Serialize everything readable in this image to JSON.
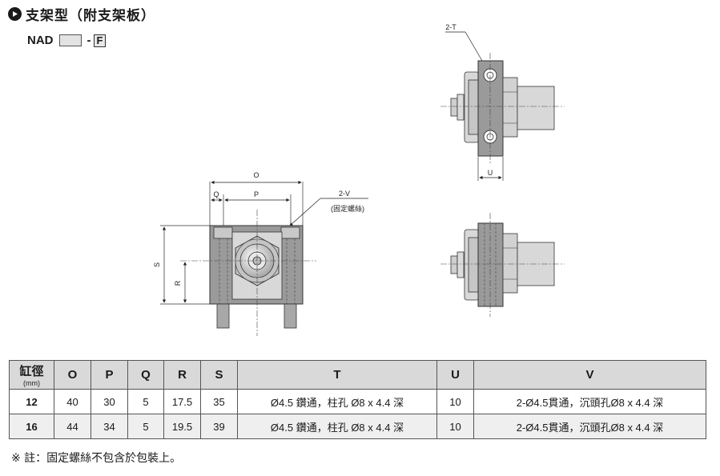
{
  "title": "支架型（附支架板）",
  "model": {
    "prefix": "NAD",
    "dash": "-",
    "suffix": "F"
  },
  "drawing_labels": {
    "O": "O",
    "Q": "Q",
    "P": "P",
    "S": "S",
    "R": "R",
    "U": "U",
    "two_t": "2-T",
    "two_v": "2-V",
    "fixing_screw": "(固定螺絲)"
  },
  "table": {
    "bore_header": "缸徑",
    "bore_unit": "(mm)",
    "columns": [
      "O",
      "P",
      "Q",
      "R",
      "S",
      "T",
      "U",
      "V"
    ],
    "rows": [
      {
        "bore": "12",
        "O": "40",
        "P": "30",
        "Q": "5",
        "R": "17.5",
        "S": "35",
        "T": "Ø4.5 鑽通，柱孔 Ø8 x 4.4 深",
        "U": "10",
        "V": "2-Ø4.5貫通，沉頭孔Ø8 x 4.4 深"
      },
      {
        "bore": "16",
        "O": "44",
        "P": "34",
        "Q": "5",
        "R": "19.5",
        "S": "39",
        "T": "Ø4.5 鑽通，柱孔 Ø8 x 4.4 深",
        "U": "10",
        "V": "2-Ø4.5貫通，沉頭孔Ø8 x 4.4 深"
      }
    ]
  },
  "note": "※ 註：固定螺絲不包含於包裝上。",
  "colors": {
    "plate": "#9a9a9a",
    "body": "#d8d8d8",
    "outline": "#333333",
    "header_bg": "#d9d9d9"
  }
}
